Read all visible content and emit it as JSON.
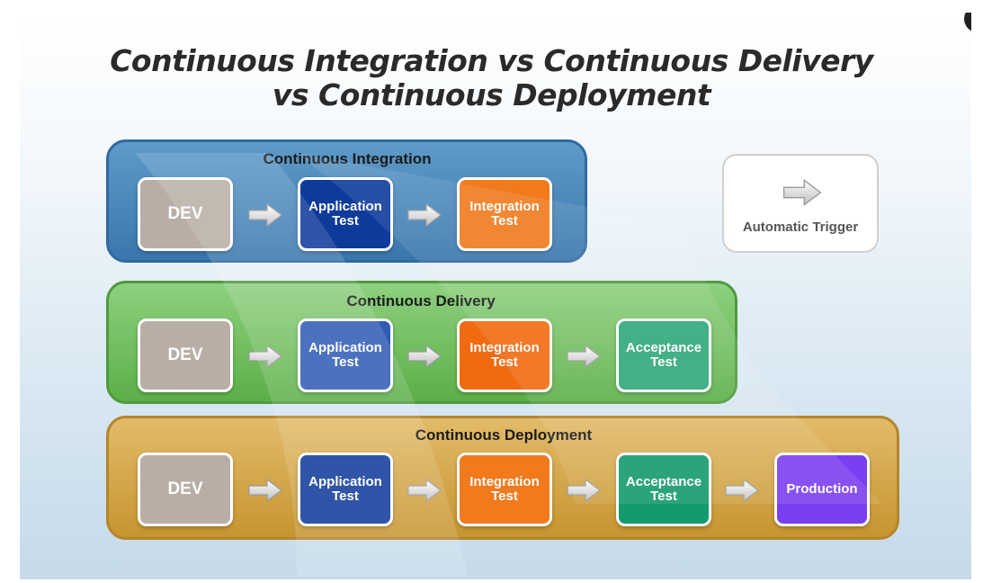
{
  "title": {
    "line1": "Continuous Integration vs Continuous Delivery",
    "line2": "vs Continuous Deployment"
  },
  "legend": {
    "icon": "arrow-right-icon",
    "label": "Automatic Trigger"
  },
  "pipelines": [
    {
      "title": "Continuous Integration",
      "color": "#3a76ad",
      "stages": [
        "DEV",
        "Application\nTest",
        "Integration\nTest"
      ]
    },
    {
      "title": "Continuous Delivery",
      "color": "#5caf48",
      "stages": [
        "DEV",
        "Application\nTest",
        "Integration\nTest",
        "Acceptance\nTest"
      ]
    },
    {
      "title": "Continuous Deployment",
      "color": "#c6952f",
      "stages": [
        "DEV",
        "Application\nTest",
        "Integration\nTest",
        "Acceptance\nTest",
        "Production"
      ]
    }
  ],
  "stage_colors": {
    "DEV": "#b9aea5",
    "Application Test": "#0e3a9a",
    "Integration Test": "#f07a1c",
    "Acceptance Test": "#139a6d",
    "Production": "#7a3ff0"
  }
}
